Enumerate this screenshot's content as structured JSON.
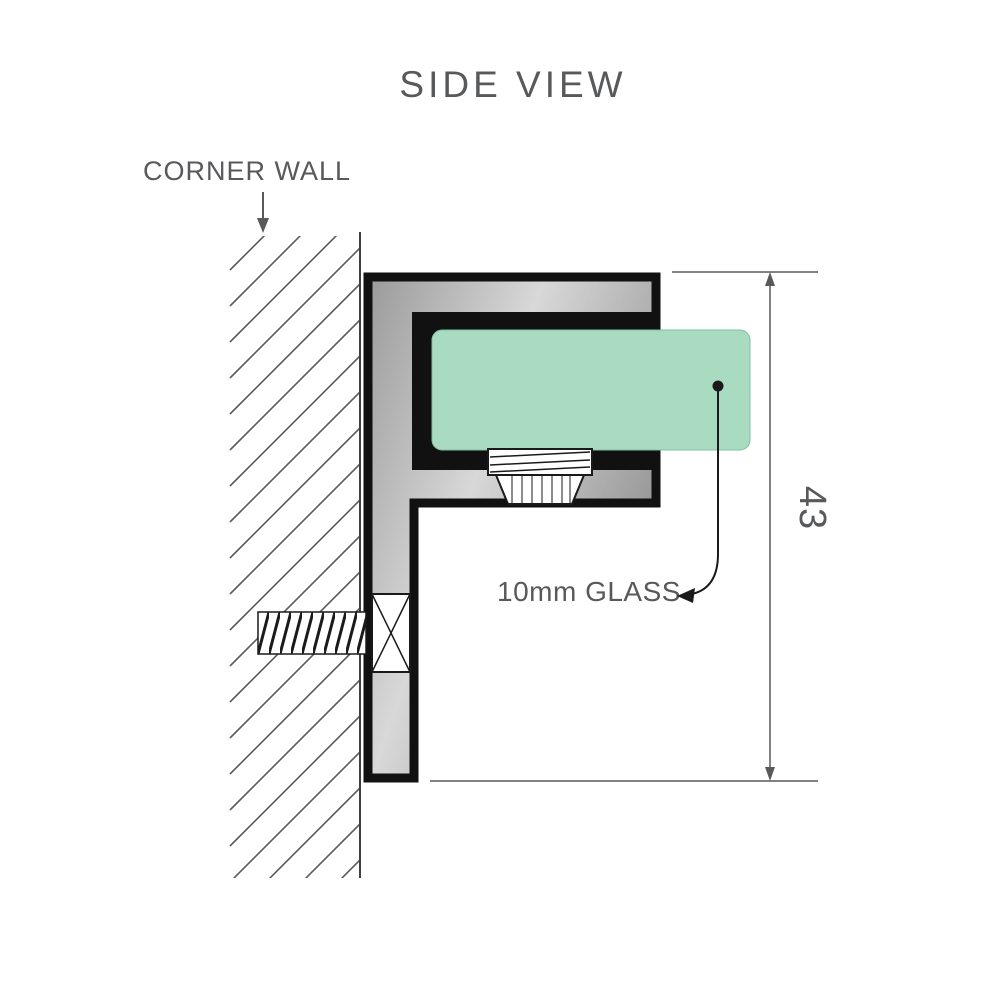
{
  "diagram": {
    "title": "SIDE VIEW",
    "labels": {
      "corner_wall": "CORNER WALL",
      "glass_callout": "10mm GLASS",
      "dimension_height": "43"
    },
    "colors": {
      "glass_green": "#a8dbc0",
      "metal_gray_light": "#d6d6d6",
      "metal_gray_dark": "#949494",
      "outline_black": "#111111",
      "line_gray": "#58595b",
      "background": "#ffffff"
    }
  }
}
